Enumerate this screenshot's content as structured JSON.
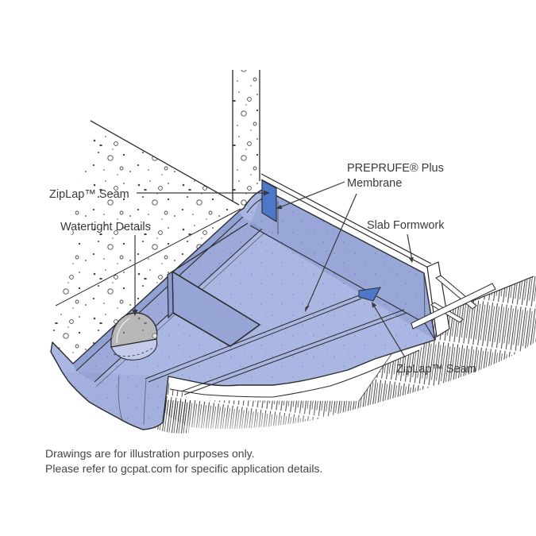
{
  "illustration": {
    "title": "PREPRUFE Plus membrane installation detail",
    "labels": {
      "ziplap_top": "ZipLap™ Seam",
      "watertight": "Watertight Details",
      "preprufe_line1": "PREPRUFE® Plus",
      "preprufe_line2": "Membrane",
      "slab_formwork": "Slab Formwork",
      "ziplap_bottom": "ZipLap™ Seam"
    },
    "footnote": {
      "line1": "Drawings are for illustration purposes only.",
      "line2": "Please refer to gcpat.com for specific application details."
    },
    "colors": {
      "membrane": "#abb7e3",
      "membrane_shade": "#96a5d6",
      "ziplap_patch": "#4d77c8",
      "concrete": "#ffffff",
      "detail_grey": "#b8b8b8",
      "line": "#2b2b2b",
      "text": "#3a3a3a"
    }
  }
}
